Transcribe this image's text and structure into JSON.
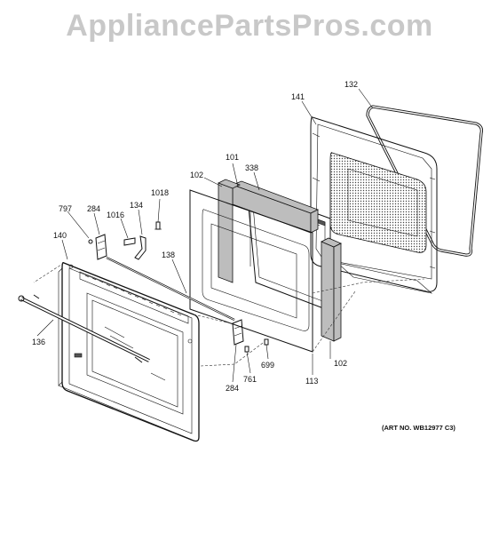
{
  "watermark": "AppliancePartsPros.com",
  "art_number": "(ART NO. WB12977 C3)",
  "callouts": {
    "c141": "141",
    "c132": "132",
    "c102_top": "102",
    "c101": "101",
    "c338": "338",
    "c1018": "1018",
    "c797": "797",
    "c284_top": "284",
    "c1016": "1016",
    "c134": "134",
    "c140": "140",
    "c138": "138",
    "c136": "136",
    "c699": "699",
    "c102_right": "102",
    "c761": "761",
    "c284_bottom": "284",
    "c113": "113"
  }
}
